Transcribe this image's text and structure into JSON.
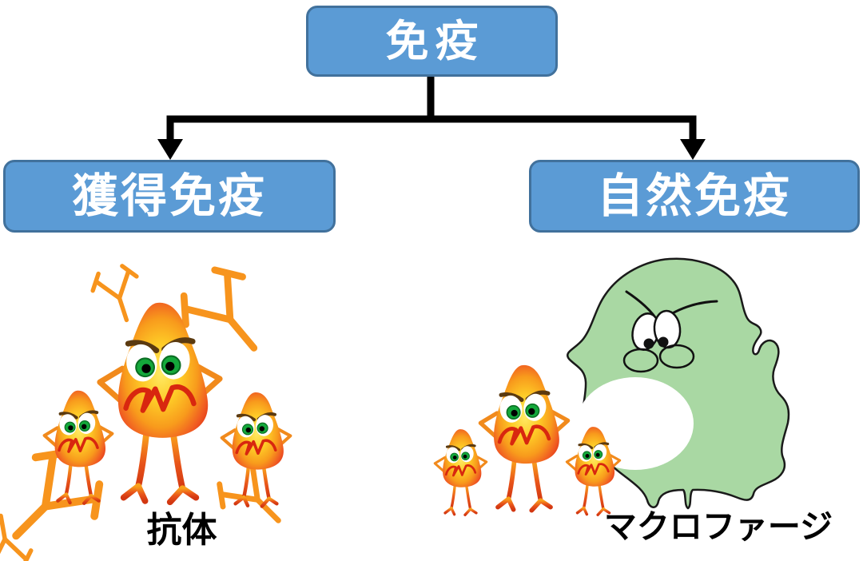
{
  "diagram": {
    "root": {
      "label": "免疫"
    },
    "branches": [
      {
        "label": "獲得免疫",
        "caption": "抗体",
        "illustration": "three angry germs surrounded by Y-shaped antibodies"
      },
      {
        "label": "自然免疫",
        "caption": "マクロファージ",
        "illustration": "three angry germs facing a green macrophage with open mouth"
      }
    ],
    "icons": [
      "germ-icon",
      "antibody-icon",
      "macrophage-icon",
      "arrow-down-icon"
    ],
    "colors": {
      "node_fill": "#5B9BD5",
      "node_border": "#41719C",
      "node_text": "#FFFFFF",
      "connector": "#000000",
      "caption_text": "#000000",
      "antibody_orange": "#F7941D",
      "germ_yellow": "#FFEB66",
      "germ_orange": "#F89B1C",
      "germ_red": "#E23A18",
      "germ_eye_green": "#14A83B",
      "macrophage_green": "#A9D8A3",
      "background": "#FFFFFF"
    }
  }
}
